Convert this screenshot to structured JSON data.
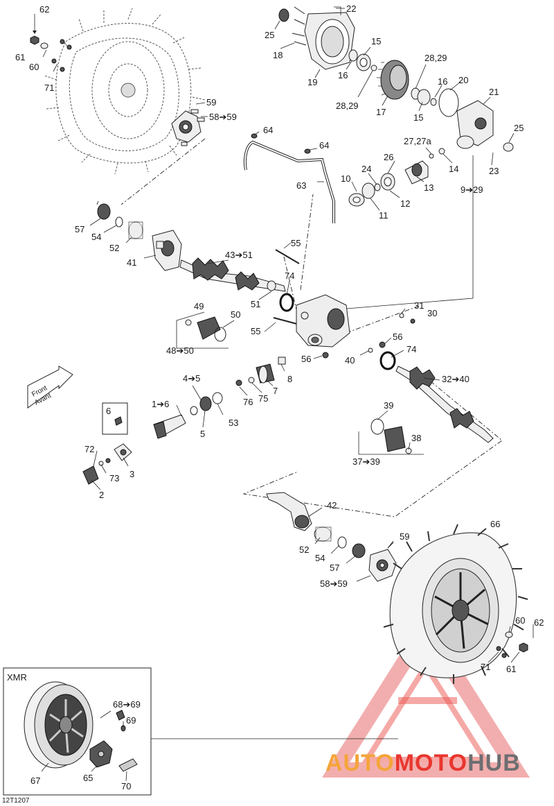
{
  "callouts": {
    "c62a": "62",
    "c61a": "61",
    "c60a": "60",
    "c71a": "71",
    "c59a": "59",
    "c58a": "58➔59",
    "c22": "22",
    "c25a": "25",
    "c18": "18",
    "c19": "19",
    "c15a": "15",
    "c16a": "16",
    "c2829a": "28,29",
    "c17": "17",
    "c2829b": "28,29",
    "c16b": "16",
    "c20": "20",
    "c21": "21",
    "c15b": "15",
    "c25b": "25",
    "c64a": "64",
    "c64b": "64",
    "c2727a": "27,27a",
    "c26": "26",
    "c14": "14",
    "c23": "23",
    "c24": "24",
    "c10": "10",
    "c13": "13",
    "c12": "12",
    "c63": "63",
    "c11": "11",
    "c929": "9➔29",
    "c57a": "57",
    "c54a": "54",
    "c52a": "52",
    "c41": "41",
    "c4351": "43➔51",
    "c55a": "55",
    "c74a": "74",
    "c49": "49",
    "c50": "50",
    "c51": "51",
    "c31": "31",
    "c30": "30",
    "c4850": "48➔50",
    "c55b": "55",
    "c56a": "56",
    "c74b": "74",
    "c56b": "56",
    "c40": "40",
    "c45": "4➔5",
    "c3240": "32➔40",
    "c8": "8",
    "c7": "7",
    "c76": "76",
    "c75": "75",
    "c16": "1➔6",
    "c6": "6",
    "c5": "5",
    "c53": "53",
    "c39": "39",
    "c38": "38",
    "c3739": "37➔39",
    "c72": "72",
    "c73": "73",
    "c3": "3",
    "c2": "2",
    "c42": "42",
    "c66": "66",
    "c52b": "52",
    "c54b": "54",
    "c59b": "59",
    "c57b": "57",
    "c58b": "58➔59",
    "c60b": "60",
    "c62b": "62",
    "c71b": "71",
    "c61b": "61",
    "c6869": "68➔69",
    "c69": "69",
    "c67": "67",
    "c65": "65",
    "c70": "70"
  },
  "front_arrow": {
    "line1": "Front",
    "line2": "Avant"
  },
  "inset": {
    "title": "XMR"
  },
  "figure_code": "12T1207",
  "watermark": {
    "part1": "AUTO",
    "part2": "MOTO",
    "part3": "HUB"
  },
  "colors": {
    "watermark_orange": "#f4a53a",
    "watermark_red": "#e8362f",
    "watermark_gray": "#6d6e71"
  }
}
